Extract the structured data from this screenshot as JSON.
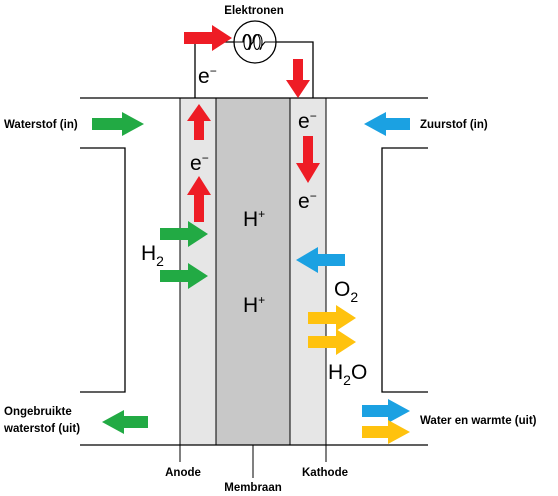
{
  "labels": {
    "elektronen": "Elektronen",
    "waterstof_in": "Waterstof (in)",
    "zuurstof_in": "Zuurstof (in)",
    "ongebruikte_line1": "Ongebruikte",
    "ongebruikte_line2": "waterstof (uit)",
    "water_warmte": "Water en warmte (uit)",
    "anode": "Anode",
    "membraan": "Membraan",
    "kathode": "Kathode"
  },
  "symbols": {
    "electron": "e",
    "electron_charge": "−",
    "proton": "H",
    "proton_charge": "+",
    "hydrogen": "H",
    "hydrogen_sub": "2",
    "oxygen": "O",
    "oxygen_sub": "2",
    "water_h": "H",
    "water_sub": "2",
    "water_o": "O"
  },
  "colors": {
    "electron_arrow": "#ee1c25",
    "hydrogen_arrow": "#22aa44",
    "oxygen_arrow": "#1ba1e2",
    "water_arrow": "#ffc20e",
    "electrode": "#e6e6e6",
    "membrane": "#c8c8c8",
    "outline": "#000000"
  }
}
